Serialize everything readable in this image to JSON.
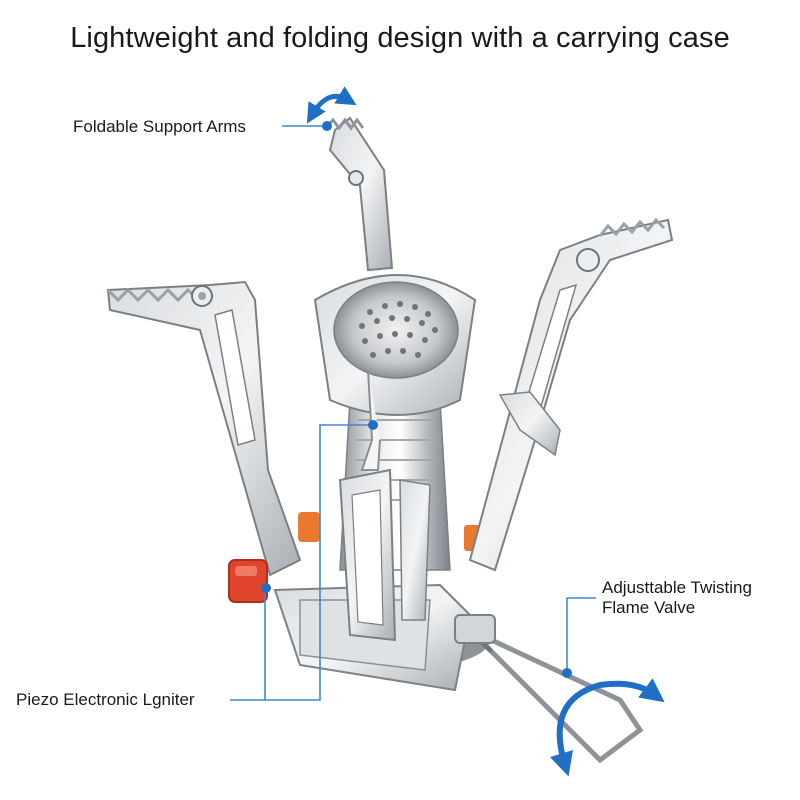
{
  "headline": "Lightweight and folding design with a carrying case",
  "callouts": {
    "support_arms": "Foldable Support Arms",
    "igniter": "Piezo Electronic Lgniter",
    "valve_line1": "Adjusttable Twisting",
    "valve_line2": "Flame Valve"
  },
  "colors": {
    "callout_line": "#3f8ad0",
    "arrow": "#1f6fc4",
    "steel": "#c9ccd0",
    "igniter_button": "#e0452c"
  }
}
